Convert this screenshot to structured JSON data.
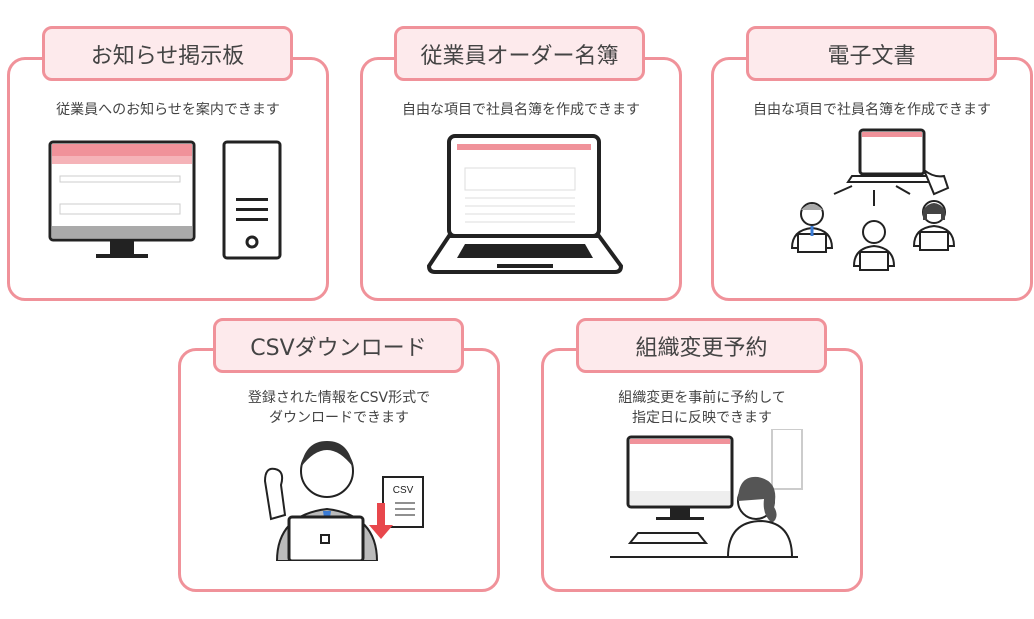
{
  "colors": {
    "border": "#f0929a",
    "label_bg": "#fdeaec",
    "text": "#444444"
  },
  "features": [
    {
      "title": "お知らせ掲示板",
      "description": "従業員へのお知らせを案内できます",
      "icon": "monitor-and-server-icon"
    },
    {
      "title": "従業員オーダー名簿",
      "description": "自由な項目で社員名簿を作成できます",
      "icon": "laptop-icon"
    },
    {
      "title": "電子文書",
      "description": "自由な項目で社員名簿を作成できます",
      "icon": "document-sharing-icon"
    },
    {
      "title": "CSVダウンロード",
      "description": [
        "登録された情報をCSV形式で",
        "ダウンロードできます"
      ],
      "icon": "csv-download-icon",
      "badge": "CSV"
    },
    {
      "title": "組織変更予約",
      "description": [
        "組織変更を事前に予約して",
        "指定日に反映できます"
      ],
      "icon": "desk-user-icon"
    }
  ]
}
